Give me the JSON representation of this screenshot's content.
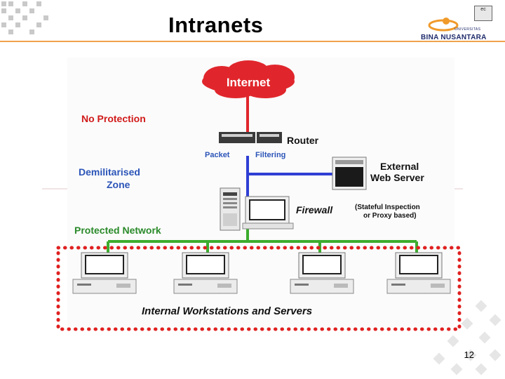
{
  "slide": {
    "title": "Intranets",
    "page_number": "12",
    "logo": {
      "line1": "UNIVERSITAS",
      "line2": "BINA NUSANTARA"
    },
    "corner_icon": "ec"
  },
  "diagram": {
    "internet": "Internet",
    "no_protection": "No Protection",
    "router": "Router",
    "packet": "Packet",
    "filtering": "Filtering",
    "dmz_line1": "Demilitarised",
    "dmz_line2": "Zone",
    "external_line1": "External",
    "external_line2": "Web Server",
    "firewall": "Firewall",
    "firewall_note_line1": "(Stateful Inspection",
    "firewall_note_line2": "or Proxy based)",
    "protected_network": "Protected Network",
    "internal": "Internal Workstations and Servers"
  },
  "colors": {
    "internet_cloud": "#e0262c",
    "red_line": "#e0262c",
    "blue_line": "#2f3fd4",
    "green_line": "#3cac2e",
    "label_red": "#d11a1a",
    "label_blue": "#2c55b8",
    "label_green": "#2a8a2a",
    "dotted_border": "#e02020",
    "title_rule": "#f0a24c"
  }
}
